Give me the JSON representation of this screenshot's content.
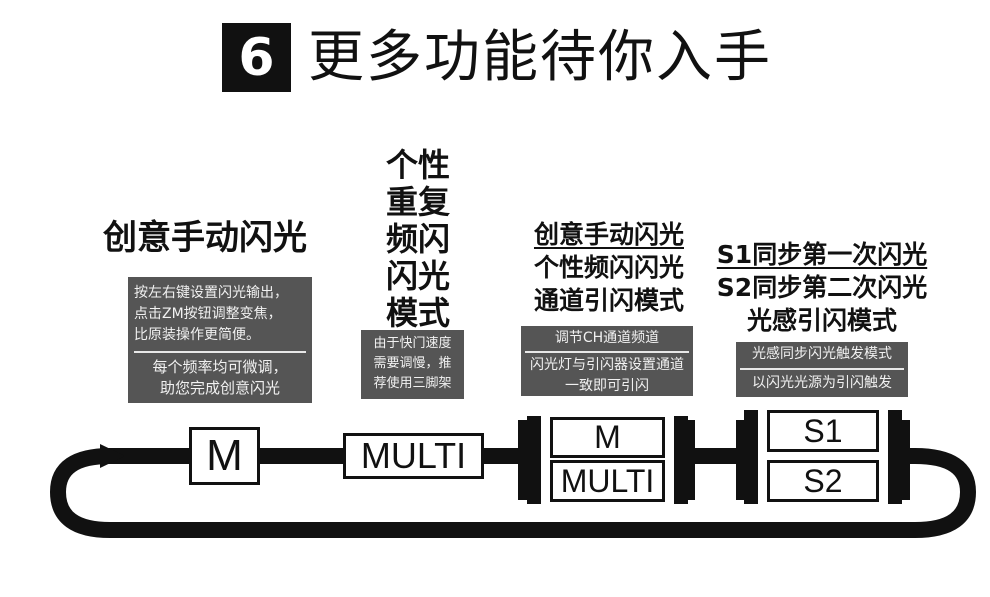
{
  "title": {
    "number": "6",
    "text": "更多功能待你入手"
  },
  "sections": [
    {
      "heading": "创意手动闪光",
      "info_lines_1": [
        "按左右键设置闪光输出，",
        "点击ZM按钮调整变焦，",
        "比原装操作更简便。"
      ],
      "info_lines_2": [
        "每个频率均可微调，",
        "助您完成创意闪光"
      ],
      "mode_labels": [
        "M"
      ]
    },
    {
      "heading_lines": [
        "个性",
        "重复",
        "频闪",
        "闪光",
        "模式"
      ],
      "info_lines": [
        "由于快门速度",
        "需要调慢，推",
        "荐使用三脚架"
      ],
      "mode_labels": [
        "MULTI"
      ]
    },
    {
      "heading_lines": [
        "创意手动闪光",
        "个性频闪闪光",
        "通道引闪模式"
      ],
      "info_lines_1": [
        "调节CH通道频道"
      ],
      "info_lines_2": [
        "闪光灯与引闪器设置通道",
        "一致即可引闪"
      ],
      "mode_labels": [
        "M",
        "MULTI"
      ]
    },
    {
      "heading_lines": [
        "S1同步第一次闪光",
        "S2同步第二次闪光",
        "光感引闪模式"
      ],
      "info_lines_1": [
        "光感同步闪光触发模式"
      ],
      "info_lines_2": [
        "以闪光光源为引闪触发"
      ],
      "mode_labels": [
        "S1",
        "S2"
      ]
    }
  ],
  "colors": {
    "track": "#111111",
    "info_box": "#555555",
    "background": "#ffffff"
  }
}
